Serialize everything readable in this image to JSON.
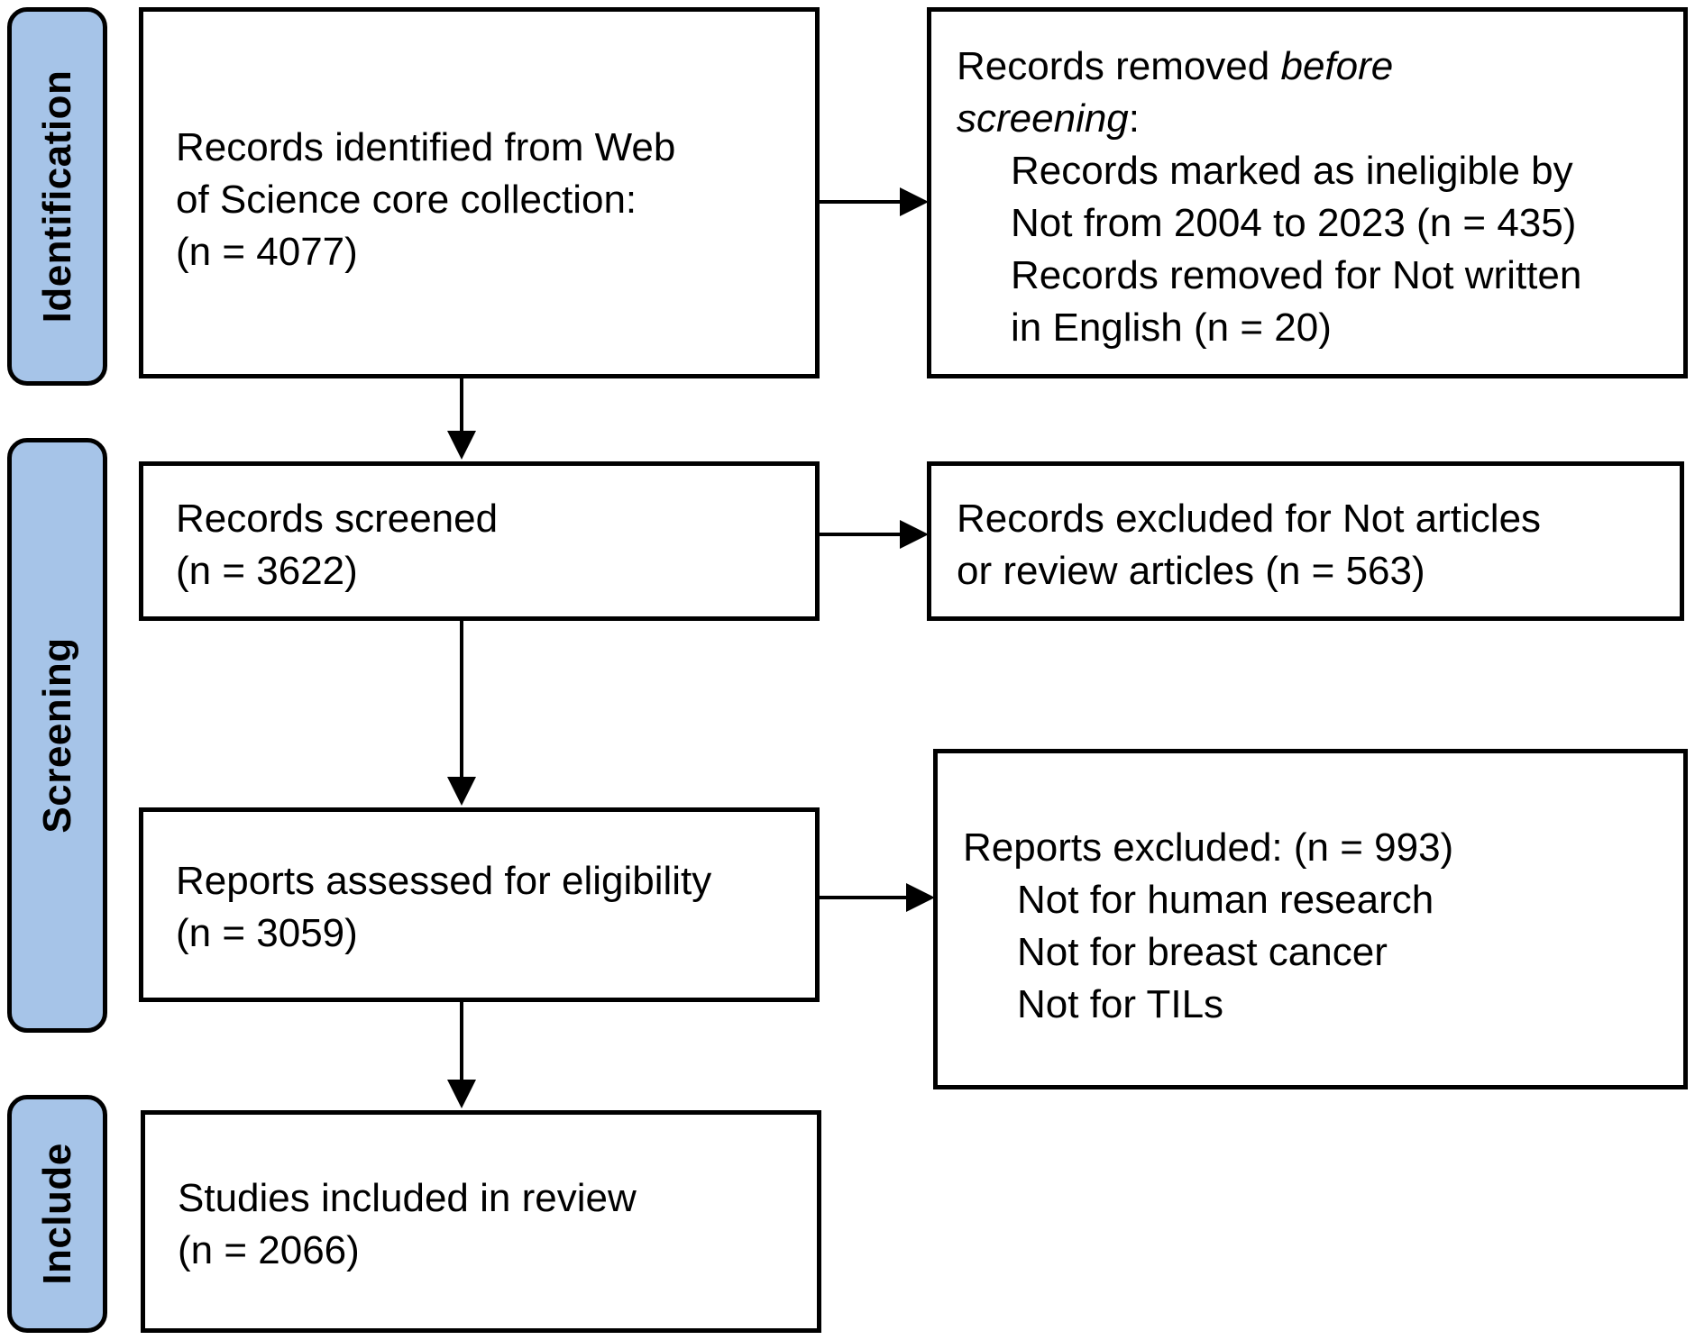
{
  "phases": {
    "identification": "Identification",
    "screening": "Screening",
    "include": "Include"
  },
  "boxes": {
    "identified": {
      "lines": [
        "Records identified from Web",
        "of Science core collection:",
        "(n = 4077)"
      ]
    },
    "removed_before": {
      "line1_prefix": "Records removed ",
      "line1_italic": "before",
      "line2_italic": "screening",
      "line2_suffix": ":",
      "items": [
        "Records marked as ineligible by",
        "Not from 2004 to 2023 (n = 435)",
        "Records removed for Not written",
        "in English (n = 20)"
      ]
    },
    "screened": {
      "lines": [
        "Records screened",
        "(n = 3622)"
      ]
    },
    "excluded_type": {
      "lines": [
        "Records excluded for Not articles",
        "or review articles (n = 563)"
      ]
    },
    "assessed": {
      "lines": [
        "Reports assessed for eligibility",
        "(n = 3059)"
      ]
    },
    "reports_excluded": {
      "heading": "Reports excluded: (n = 993)",
      "items": [
        "Not for human research",
        "Not for breast cancer",
        "Not for TILs"
      ]
    },
    "included": {
      "lines": [
        "Studies included in review",
        "(n = 2066)"
      ]
    }
  }
}
